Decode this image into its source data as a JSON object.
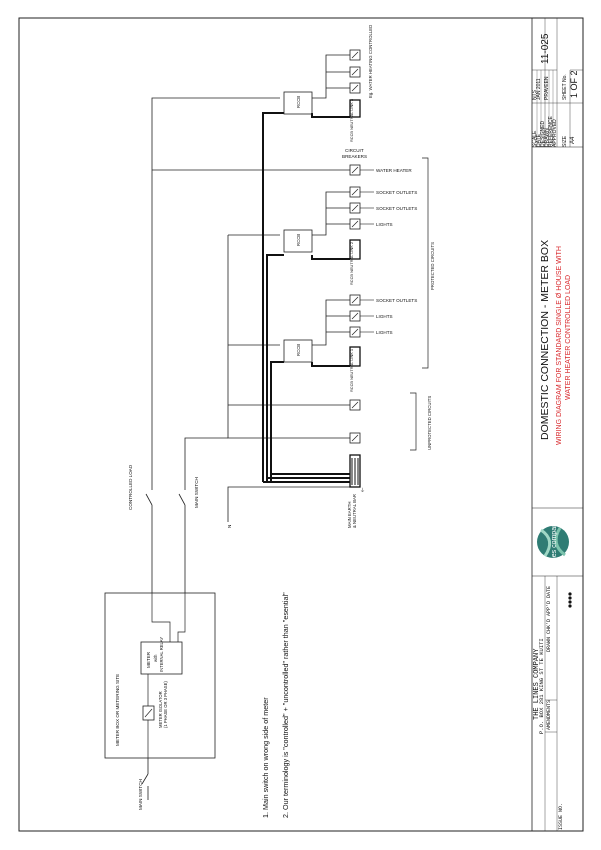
{
  "title_block": {
    "main_title": "DOMESTIC CONNECTION - METER BOX",
    "subtitle_line1": "WIRING DIAGRAM FOR STANDARD SINGLE Ø HOUSE WITH",
    "subtitle_line2": "WATER HEATER CONTROLLED LOAD",
    "scale_label": "SCALE",
    "scale_value": "NTS",
    "date_label": "DATE",
    "date_value": "JAN 2011",
    "designed_label": "DESIGNED",
    "designed_value": "",
    "drawn_label": "DRAWN",
    "drawn_value": "PRAVEEN",
    "reference_label": "REFERENCE",
    "reference_value": "",
    "approved_label": "APPROVED",
    "approved_value": "",
    "drawing_no": "11-025",
    "size_label": "SIZE",
    "size_value": "A4",
    "sheet_label": "SHEET No.",
    "sheet_value": "1 OF 2",
    "company": "THE LINES COMPANY",
    "address": "P.O. BOX 281  KING ST   TE KUITI",
    "amendments_label": "AMENDMENTS",
    "drawn_chkd_label": "DRAWN  CHK'D  APP'D  DATE",
    "issue_no_label": "ISSUE NO.",
    "logo_text": "thelines company"
  },
  "diagram": {
    "controlled_load_label": "CONTROLLED LOAD",
    "main_switch_label": "MAIN SWITCH",
    "main_switch_label_2": "MAIN SWITCH",
    "meter_box_label": "METER BOX OR METERING SITE",
    "meter_label": "METER",
    "with_label": "with",
    "internal_relay_label": "INTERNAL RELAY",
    "meter_isolator_label": "METER ISOLATOR",
    "phase_label": "(1 PHASE OR 3 PHASE)",
    "n_label": "N",
    "main_earth_label": "MAIN EARTH",
    "neutral_bar_label": "& NEUTRAL BAR",
    "rccb_label": "RCCB",
    "rccb_link1": "RCCB NEUTRAL LINK 1",
    "rccb_link2": "RCCB NEUTRAL LINK 2",
    "rccb_link3": "RCCB NEUTRAL LINK 3",
    "circuit_breakers_label": "CIRCUIT",
    "circuit_breakers_label_2": "BREAKERS",
    "water_heater": "WATER HEATER",
    "socket_outlets": "SOCKET OUTLETS",
    "lights": "LIGHTS",
    "protected_circuits": "PROTECTED CIRCUITS",
    "unprotected_circuits": "UNPROTECTED CIRCUITS",
    "water_heating_controlled": "Eg. WATER HEATING CONTROLLED"
  },
  "notes": [
    "1. Main switch on wrong side of meter",
    "2. Our terminology is \"controlled\" + \"uncontrolled\" rather than \"esential\""
  ]
}
